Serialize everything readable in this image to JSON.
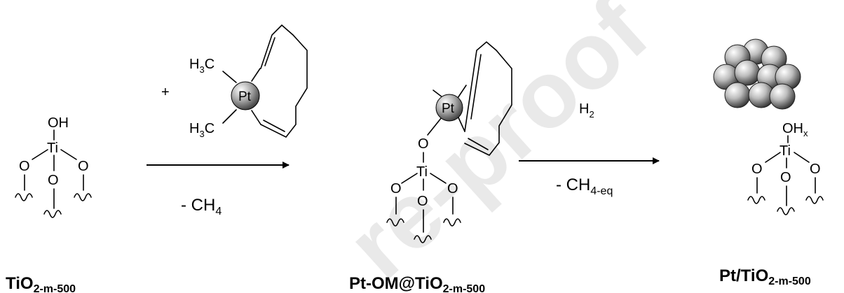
{
  "watermark": "re-proof",
  "compounds": {
    "support": {
      "label_main": "TiO",
      "label_sub": "2-m-500",
      "atoms": {
        "hydroxyl": "OH",
        "titanium": "Ti",
        "oxygen": "O"
      }
    },
    "grafted": {
      "label_main": "Pt-OM@TiO",
      "label_sub": "2-m-500",
      "atoms": {
        "titanium": "Ti",
        "oxygen": "O",
        "platinum": "Pt"
      }
    },
    "nanoparticle": {
      "label_main": "Pt/TiO",
      "label_sub": "2-m-500",
      "atoms": {
        "hydroxyl_main": "OH",
        "hydroxyl_sub": "x",
        "titanium": "Ti",
        "oxygen": "O"
      }
    }
  },
  "reagent": {
    "plus": "+",
    "platinum": "Pt",
    "methyl_h": "H",
    "methyl_sub": "3",
    "methyl_c": "C"
  },
  "step1": {
    "byproduct_main": "- CH",
    "byproduct_sub": "4"
  },
  "step2": {
    "reagent_main": "H",
    "reagent_sub": "2",
    "byproduct_main": "- CH",
    "byproduct_sub": "4-eq"
  }
}
